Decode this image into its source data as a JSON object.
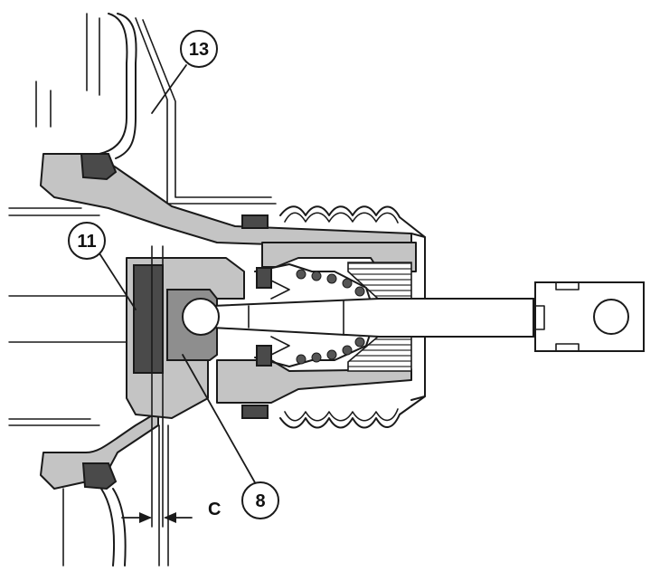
{
  "callouts": [
    {
      "label": "13"
    },
    {
      "label": "11"
    },
    {
      "label": "8"
    }
  ],
  "dimension": {
    "label": "C"
  },
  "colors": {
    "ink": "#1a1a1a",
    "casting": "#c4c4c4",
    "dark": "#4a4a4a",
    "background": "#ffffff"
  }
}
